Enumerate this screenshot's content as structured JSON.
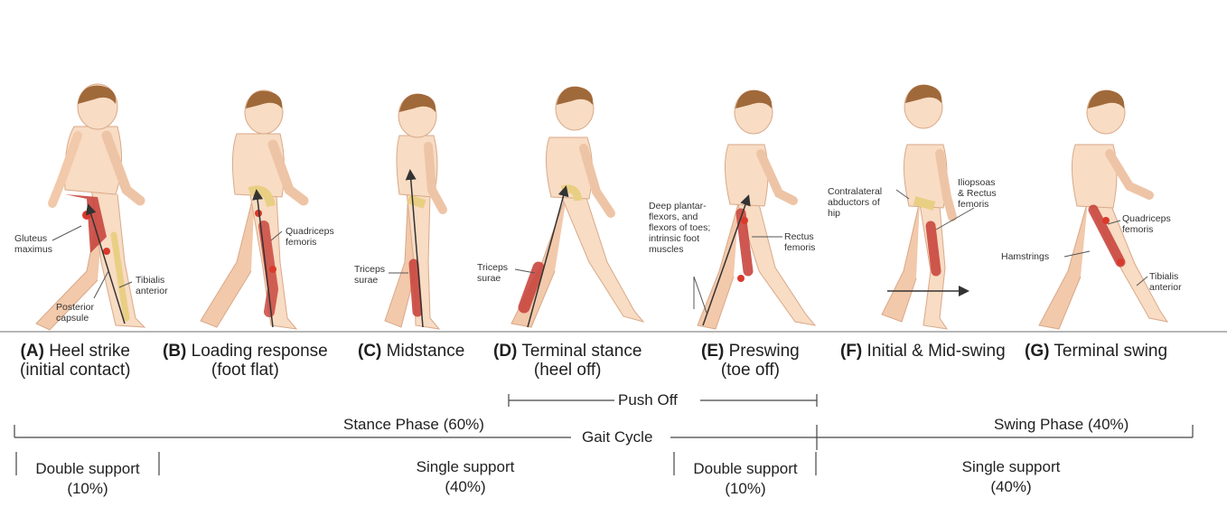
{
  "phases": [
    {
      "letter": "(A)",
      "name": "Heel strike",
      "sub": "(initial contact)"
    },
    {
      "letter": "(B)",
      "name": "Loading response",
      "sub": "(foot flat)"
    },
    {
      "letter": "(C)",
      "name": "Midstance",
      "sub": ""
    },
    {
      "letter": "(D)",
      "name": "Terminal stance",
      "sub": "(heel off)"
    },
    {
      "letter": "(E)",
      "name": "Preswing",
      "sub": "(toe off)"
    },
    {
      "letter": "(F)",
      "name": "Initial & Mid-swing",
      "sub": ""
    },
    {
      "letter": "(G)",
      "name": "Terminal swing",
      "sub": ""
    }
  ],
  "muscles": {
    "gluteus": [
      "Gluteus",
      "maximus"
    ],
    "posterior_capsule": [
      "Posterior",
      "capsule"
    ],
    "tibialis_a": [
      "Tibialis",
      "anterior"
    ],
    "quadriceps_b": [
      "Quadriceps",
      "femoris"
    ],
    "triceps_c": [
      "Triceps",
      "surae"
    ],
    "triceps_d": [
      "Triceps",
      "surae"
    ],
    "deep_plantar": [
      "Deep plantar-",
      "flexors, and",
      "flexors of toes;",
      "intrinsic foot",
      "muscles"
    ],
    "rectus_e": [
      "Rectus",
      "femoris"
    ],
    "contralateral": [
      "Contralateral",
      "abductors of",
      "hip"
    ],
    "iliopsoas": [
      "Iliopsoas",
      "& Rectus",
      "femoris"
    ],
    "quadriceps_g": [
      "Quadriceps",
      "femoris"
    ],
    "hamstrings": [
      "Hamstrings"
    ],
    "tibialis_g": [
      "Tibialis",
      "anterior"
    ]
  },
  "bottom": {
    "push_off": "Push Off",
    "stance_phase": "Stance Phase (60%)",
    "swing_phase": "Swing Phase (40%)",
    "gait_cycle": "Gait Cycle",
    "supports": [
      {
        "label": "Double support",
        "pct": "(10%)"
      },
      {
        "label": "Single support",
        "pct": "(40%)"
      },
      {
        "label": "Double support",
        "pct": "(10%)"
      },
      {
        "label": "Single support",
        "pct": "(40%)"
      }
    ]
  },
  "colors": {
    "skin": "#f8dcc4",
    "skin_shade": "#eec4a6",
    "hair": "#a0693a",
    "bone": "#e9cf84",
    "muscle": "#c9463e",
    "joint": "#d93a2c",
    "line": "#555555"
  }
}
